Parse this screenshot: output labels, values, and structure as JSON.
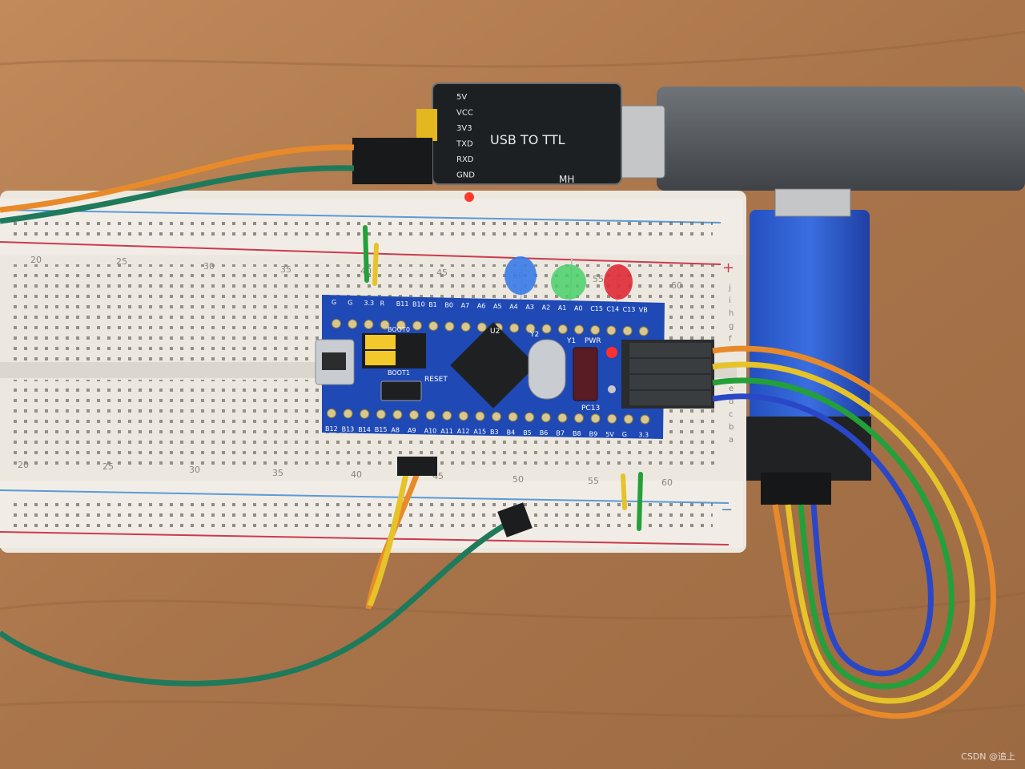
{
  "usb_ttl": {
    "title": "USB TO TTL",
    "maker": "MH",
    "pins": [
      "5V",
      "VCC",
      "3V3",
      "TXD",
      "RXD",
      "GND"
    ]
  },
  "breadboard": {
    "top_numbers": [
      "20",
      "25",
      "30",
      "35",
      "40",
      "45",
      "50",
      "55",
      "60"
    ],
    "bottom_numbers": [
      "20",
      "25",
      "30",
      "35",
      "40",
      "45",
      "50",
      "55",
      "60"
    ],
    "row_letters": [
      "j",
      "i",
      "h",
      "g",
      "f",
      "e",
      "d",
      "c",
      "b",
      "a"
    ],
    "rail_plus": "+",
    "rail_minus": "−"
  },
  "board": {
    "top_pins": [
      "G",
      "G",
      "3.3",
      "R",
      "B11",
      "B10",
      "B1",
      "B0",
      "A7",
      "A6",
      "A5",
      "A4",
      "A3",
      "A2",
      "A1",
      "A0",
      "C15",
      "C14",
      "C13",
      "VB"
    ],
    "bottom_pins": [
      "B12",
      "B13",
      "B14",
      "B15",
      "A8",
      "A9",
      "A10",
      "A11",
      "A12",
      "A15",
      "B3",
      "B4",
      "B5",
      "B6",
      "B7",
      "B8",
      "B9",
      "5V",
      "G",
      "3.3"
    ],
    "boot0": "BOOT0",
    "boot1": "BOOT1",
    "reset": "RESET",
    "y1": "Y1",
    "y2": "Y2",
    "u2": "U2",
    "pwr": "PWR",
    "pc13": "PC13"
  },
  "colors": {
    "wood": "#b07a4c",
    "pcb": "#1f49b4",
    "breadboard": "#ece8e0",
    "wire_green": "#1f7a5c",
    "wire_orange": "#e88a2a",
    "wire_yellow": "#e6c328",
    "wire_blue": "#2a47c8"
  },
  "watermark": "CSDN @追上"
}
